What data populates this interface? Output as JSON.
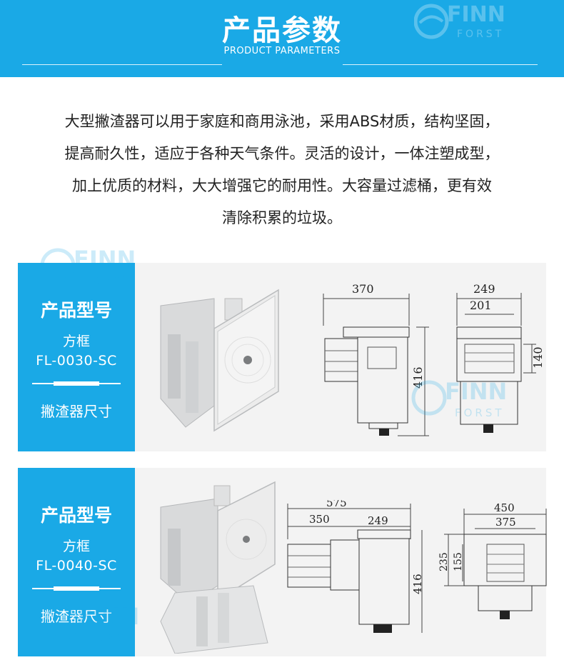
{
  "header": {
    "title": "产品参数",
    "subtitle": "PRODUCT PARAMETERS",
    "background": "#1aa9e6"
  },
  "watermark": {
    "brand": "FINN",
    "sub": "FORST"
  },
  "description": {
    "lines": [
      "大型撇渣器可以用于家庭和商用泳池，采用ABS材质，结构坚固，",
      "提高耐久性，适应于各种天气条件。灵活的设计，一体注塑成型，",
      "加上优质的材料，大大增强它的耐用性。大容量过滤桶，更有效",
      "清除积累的垃圾。"
    ]
  },
  "products": [
    {
      "model_title": "产品型号",
      "shape": "方框",
      "code": "FL-0030-SC",
      "footer": "撇渣器尺寸",
      "dimensions": {
        "side_width": "370",
        "height": "416",
        "front_width": "249",
        "front_inner": "201",
        "front_height": "140"
      }
    },
    {
      "model_title": "产品型号",
      "shape": "方框",
      "code": "FL-0040-SC",
      "footer": "撇渣器尺寸",
      "dimensions": {
        "side_total": "575",
        "side_inner": "350",
        "side_top": "249",
        "height": "416",
        "front_width": "450",
        "front_inner": "375",
        "front_outer_h": "235",
        "front_inner_h": "155"
      }
    }
  ]
}
